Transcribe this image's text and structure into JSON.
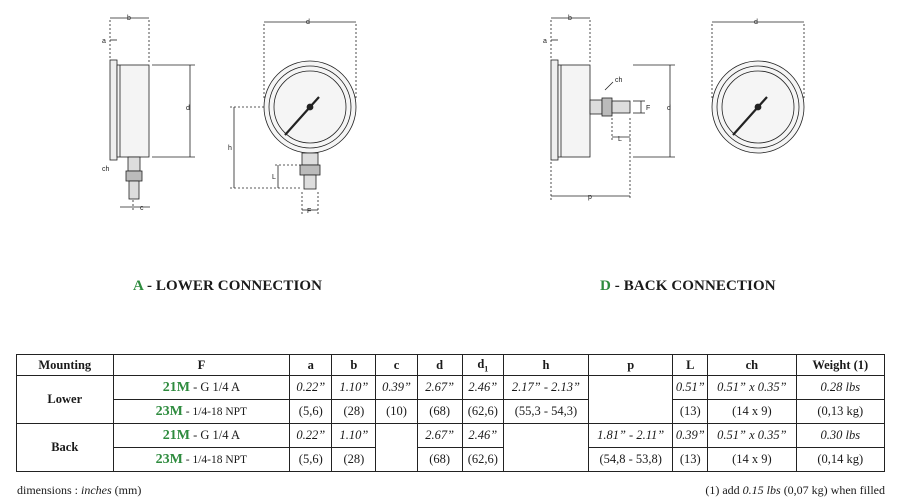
{
  "captions": {
    "a_letter": "A",
    "a_text": "LOWER CONNECTION",
    "d_letter": "D",
    "d_text": "BACK CONNECTION",
    "separator": " - "
  },
  "dimension_labels": {
    "b": "b",
    "a": "a",
    "d": "d",
    "d1": "d",
    "d1_sub": "1",
    "h": "h",
    "ch": "ch",
    "c": "c",
    "L": "L",
    "F": "F",
    "p": "p"
  },
  "table": {
    "headers": {
      "mounting": "Mounting",
      "F": "F",
      "a": "a",
      "b": "b",
      "c": "c",
      "d": "d",
      "d1": "d",
      "d1_sub": "1",
      "h": "h",
      "p": "p",
      "L": "L",
      "ch": "ch",
      "weight": "Weight (1)"
    },
    "lower": {
      "mounting": "Lower",
      "model1": "21M",
      "thread1": " - G 1/4 A",
      "model2": "23M",
      "thread2": " - 1/4-18 NPT",
      "a_in": "0.22”",
      "a_mm": "(5,6)",
      "b_in": "1.10”",
      "b_mm": "(28)",
      "c_in": "0.39”",
      "c_mm": "(10)",
      "d_in": "2.67”",
      "d_mm": "(68)",
      "d1_in": "2.46”",
      "d1_mm": "(62,6)",
      "h_in": "2.17” - 2.13”",
      "h_mm": "(55,3 - 54,3)",
      "L_in": "0.51”",
      "L_mm": "(13)",
      "ch_in": "0.51” x 0.35”",
      "ch_mm": "(14 x 9)",
      "w_in": "0.28 lbs",
      "w_kg": "(0,13 kg)"
    },
    "back": {
      "mounting": "Back",
      "model1": "21M",
      "thread1": " - G 1/4 A",
      "model2": "23M",
      "thread2": " - 1/4-18 NPT",
      "a_in": "0.22”",
      "a_mm": "(5,6)",
      "b_in": "1.10”",
      "b_mm": "(28)",
      "d_in": "2.67”",
      "d_mm": "(68)",
      "d1_in": "2.46”",
      "d1_mm": "(62,6)",
      "p_in": "1.81” - 2.11”",
      "p_mm": "(54,8 - 53,8)",
      "L_in": "0.39”",
      "L_mm": "(13)",
      "ch_in": "0.51” x 0.35”",
      "ch_mm": "(14 x 9)",
      "w_in": "0.30 lbs",
      "w_kg": "(0,14 kg)"
    }
  },
  "footer": {
    "dims_prefix": "dimensions : ",
    "dims_unit": "inches",
    "dims_suffix": " (mm)",
    "note_prefix": "(1) add ",
    "note_value": "0.15 lbs",
    "note_suffix": " (0,07 kg) when filled"
  },
  "colors": {
    "accent_green": "#2e8b3e",
    "line": "#222222"
  }
}
